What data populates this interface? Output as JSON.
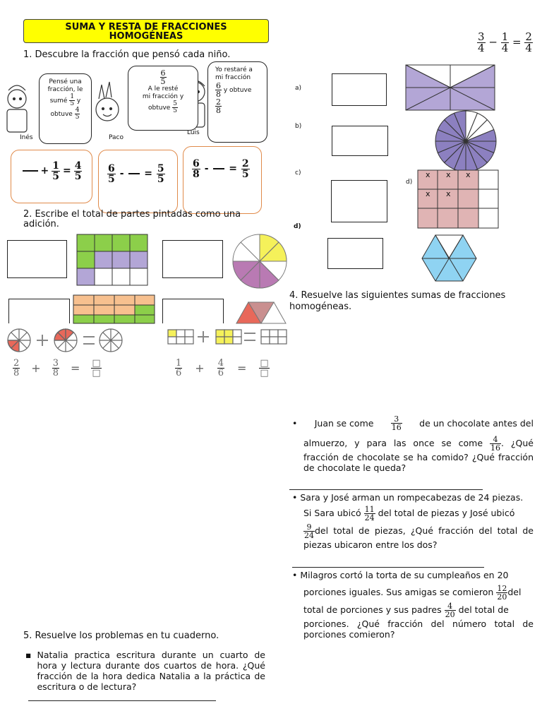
{
  "title": {
    "line1": "SUMA Y RESTA DE FRACCIONES",
    "line2": "HOMOGÉNEAS"
  },
  "example_eq": {
    "a_num": "3",
    "a_den": "4",
    "op": "−",
    "b_num": "1",
    "b_den": "4",
    "eq": "=",
    "c_num": "2",
    "c_den": "4"
  },
  "section1": {
    "heading": "1. Descubre la fracción que pensó cada niño."
  },
  "kids": {
    "ines": {
      "name": "Inés",
      "l1": "Pensé una",
      "l2": "fracción, le",
      "l3": "sumé",
      "f1n": "1",
      "f1d": "5",
      "l4": "y",
      "l5": "obtuve",
      "f2n": "4",
      "f2d": "5"
    },
    "paco": {
      "name": "Paco",
      "fn": "6",
      "fd": "5",
      "a": "A",
      "l1": "le resté",
      "l2": "mi fracción y",
      "l3": "obtuve",
      "f2n": "5",
      "f2d": "5"
    },
    "luis": {
      "name": "Luis",
      "l1": "Yo restaré a",
      "l2": "mi fracción",
      "f1n": "6",
      "f1d": "8",
      "l3": "y obtuve",
      "f2n": "2",
      "f2d": "8"
    }
  },
  "answers1": {
    "box1": {
      "plus": "+",
      "an": "1",
      "ad": "5",
      "eq": "=",
      "bn": "4",
      "bd": "5"
    },
    "box2": {
      "an": "6",
      "ad": "5",
      "minus": "-",
      "eq": "=",
      "bn": "5",
      "bd": "5"
    },
    "box3": {
      "an": "6",
      "ad": "8",
      "minus": "-",
      "eq": "=",
      "bn": "2",
      "bd": "5"
    }
  },
  "section2": {
    "heading": "2. Escribe el total de partes pintadas como una adición."
  },
  "section3": {
    "labels": [
      "a)",
      "b)",
      "c)",
      "d)",
      "d)"
    ],
    "marks": [
      "x",
      "x",
      "x",
      "x",
      "x"
    ]
  },
  "equations_row": {
    "e1": {
      "an": "2",
      "ad": "8",
      "plus": "+",
      "bn": "3",
      "bd": "8",
      "eq": "=",
      "cn": "□",
      "cd": "□"
    },
    "e2": {
      "an": "1",
      "ad": "6",
      "plus": "+",
      "bn": "4",
      "bd": "6",
      "eq": "=",
      "cn": "□",
      "cd": "□"
    }
  },
  "section4": {
    "heading": "4. Resuelve las siguientes sumas de fracciones homogéneas."
  },
  "problems": {
    "p1": {
      "bullet": "•",
      "t1": "Juan se come",
      "f1n": "3",
      "f1d": "16",
      "t2": "de un chocolate antes del",
      "t3": "almuerzo, y para las once se come",
      "f2n": "4",
      "f2d": "16",
      "t4": ". ¿Qué fracción de chocolate se ha comido? ¿Qué fracción de chocolate le queda?"
    },
    "p2": {
      "bullet": "•",
      "t1": "Sara y José arman un rompecabezas de 24 piezas.",
      "t2": "Si Sara ubicó",
      "f1n": "11",
      "f1d": "24",
      "t3": "del total de piezas y José ubicó",
      "f2n": "9",
      "f2d": "24",
      "t4": "del total de piezas, ¿Qué fracción del total de piezas ubicaron entre los dos?"
    },
    "p3": {
      "bullet": "•",
      "t1": "Milagros cortó la torta de su cumpleaños en 20",
      "t2": "porciones iguales. Sus amigas se comieron",
      "f1n": "12",
      "f1d": "20",
      "t3": "del",
      "t4": "total de porciones y sus padres",
      "f2n": "4",
      "f2d": "20",
      "t5": "del total de",
      "t6": "porciones. ¿Qué fracción del número total de porciones comieron?"
    }
  },
  "section5": {
    "heading": "5. Resuelve los problemas en tu cuaderno.",
    "bullet": "▪",
    "p1": "Natalia practica escritura durante un cuarto de hora y lectura durante dos cuartos de hora. ¿Qué fracción de la hora dedica Natalia a la práctica de escritura o de lectura?"
  },
  "colors": {
    "yellow": "#ffff00",
    "purple": "#b3a6d6",
    "green": "#8ccf4a",
    "orange": "#f7c08f",
    "pink": "#e0b4b4",
    "sky": "#8fd3f2",
    "red": "#e8685a",
    "mauve": "#b97ab3"
  }
}
